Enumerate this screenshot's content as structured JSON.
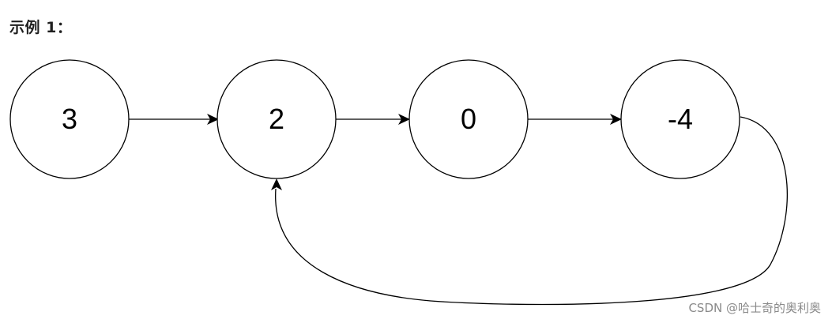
{
  "heading": "示例 1：",
  "nodes": [
    {
      "id": "n0",
      "value": "3"
    },
    {
      "id": "n1",
      "value": "2"
    },
    {
      "id": "n2",
      "value": "0"
    },
    {
      "id": "n3",
      "value": "-4"
    }
  ],
  "edges": [
    {
      "from": "n0",
      "to": "n1"
    },
    {
      "from": "n1",
      "to": "n2"
    },
    {
      "from": "n2",
      "to": "n3"
    },
    {
      "from": "n3",
      "to": "n1"
    }
  ],
  "watermark": "CSDN @哈士奇的奥利奥"
}
